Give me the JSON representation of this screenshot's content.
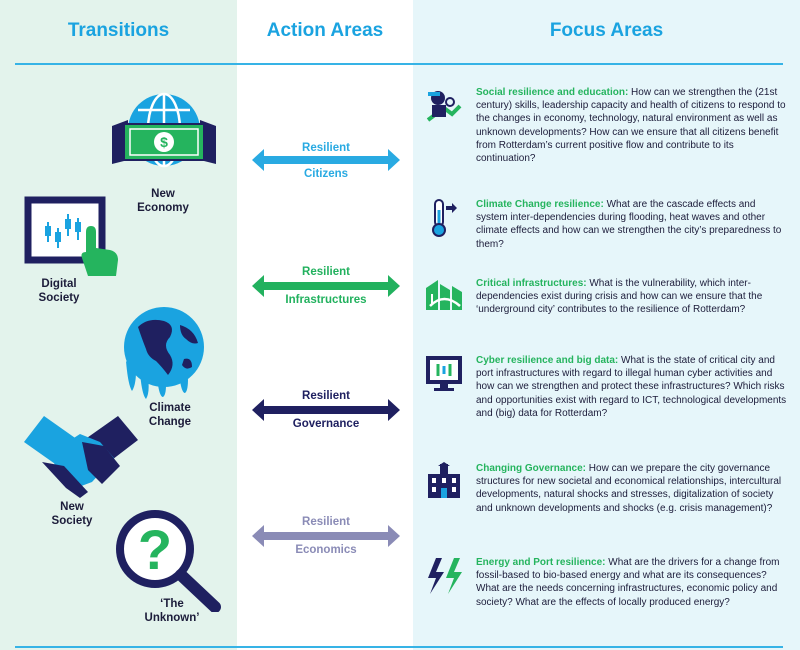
{
  "headers": {
    "transitions": "Transitions",
    "action_areas": "Action Areas",
    "focus_areas": "Focus Areas"
  },
  "transitions": {
    "new_economy": [
      "New",
      "Economy"
    ],
    "digital_society": [
      "Digital",
      "Society"
    ],
    "climate_change": [
      "Climate",
      "Change"
    ],
    "new_society": [
      "New",
      "Society"
    ],
    "the_unknown": [
      "‘The",
      "Unknown’"
    ]
  },
  "action_areas": [
    {
      "top": "Resilient",
      "bottom": "Citizens",
      "color": "#29aae2"
    },
    {
      "top": "Resilient",
      "bottom": "Infrastructures",
      "color": "#22b15e"
    },
    {
      "top": "Resilient",
      "bottom": "Governance",
      "color": "#1f2060"
    },
    {
      "top": "Resilient",
      "bottom": "Economics",
      "color": "#8a8bb6"
    }
  ],
  "focus_areas": [
    {
      "icon": "education-icon",
      "title": "Social resilience and education:",
      "text": " How can we strengthen the (21st century) skills, leadership capacity and health of citizens to respond to the changes in economy, technology, natural environment as well as unknown developments? How can we ensure that all citizens benefit from Rotterdam’s current positive flow and contribute to its continuation?"
    },
    {
      "icon": "thermometer-icon",
      "title": "Climate Change resilience:",
      "text": " What are the cascade effects and system inter-dependencies during flooding, heat waves and other climate effects and how can we strengthen the city’s preparedness to them?"
    },
    {
      "icon": "infrastructure-icon",
      "title": "Critical infrastructures:",
      "text": " What is the vulnerability, which inter-dependencies exist during crisis and how can we ensure that the ‘underground city’ contributes to the resilience of Rotterdam?"
    },
    {
      "icon": "monitor-icon",
      "title": "Cyber resilience and big data:",
      "text": " What is the state of critical city and port infrastructures with regard to illegal human cyber activities and how can we strengthen and protect these infrastructures? Which risks and opportunities exist with regard to ICT, technological developments and (big) data for Rotterdam?"
    },
    {
      "icon": "city-hall-icon",
      "title": "Changing Governance:",
      "text": " How can we prepare the city governance structures for new societal and economical relationships, intercultural developments, natural shocks and stresses, digitalization of society and unknown developments and shocks (e.g. crisis management)?"
    },
    {
      "icon": "lightning-icon",
      "title": "Energy and Port resilience:",
      "text": " What are the drivers for a change from fossil-based to bio-based energy and what are its consequences? What are the needs concerning infrastructures, economic policy and society? What are the effects of locally produced energy?"
    }
  ]
}
